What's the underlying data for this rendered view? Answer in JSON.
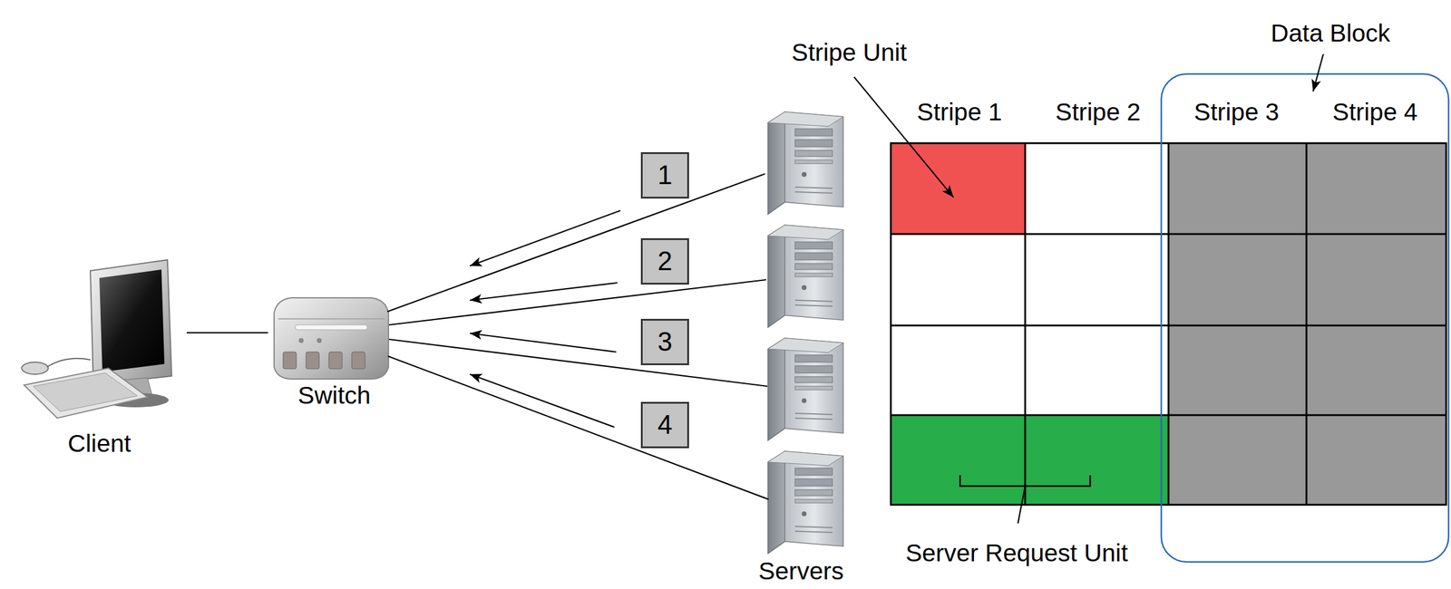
{
  "diagram": {
    "nodes": [
      {
        "text": [
          "Client"
        ]
      },
      {
        "text": [
          "Switch"
        ]
      },
      {
        "text": [
          "1"
        ]
      },
      {
        "text": [
          "2"
        ]
      },
      {
        "text": [
          "3"
        ]
      },
      {
        "text": [
          "4"
        ]
      }
    ],
    "edges": [
      {
        "from": 0,
        "to": 1,
        "arrow": "none"
      }
    ],
    "labels": [
      "Stripe Unit",
      "Data Block",
      "Stripe 1",
      "Stripe 2",
      "Stripe 3",
      "Stripe 4",
      "Server Request Unit",
      "Servers"
    ]
  }
}
